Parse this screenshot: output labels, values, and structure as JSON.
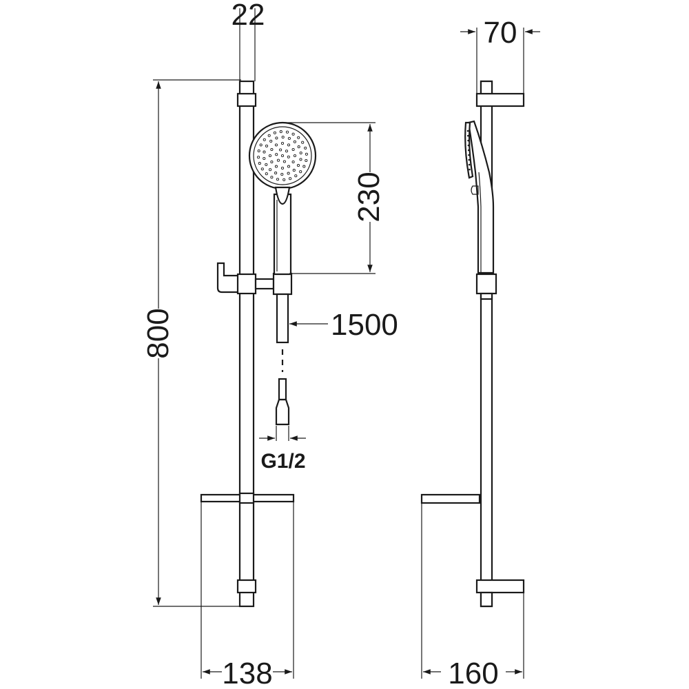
{
  "dimensions": {
    "bar_diameter": "22",
    "bracket_depth": "70",
    "bar_length": "800",
    "head_length": "230",
    "hose_length": "1500",
    "connection": "G1/2",
    "shelf_width": "138",
    "side_depth": "160"
  }
}
